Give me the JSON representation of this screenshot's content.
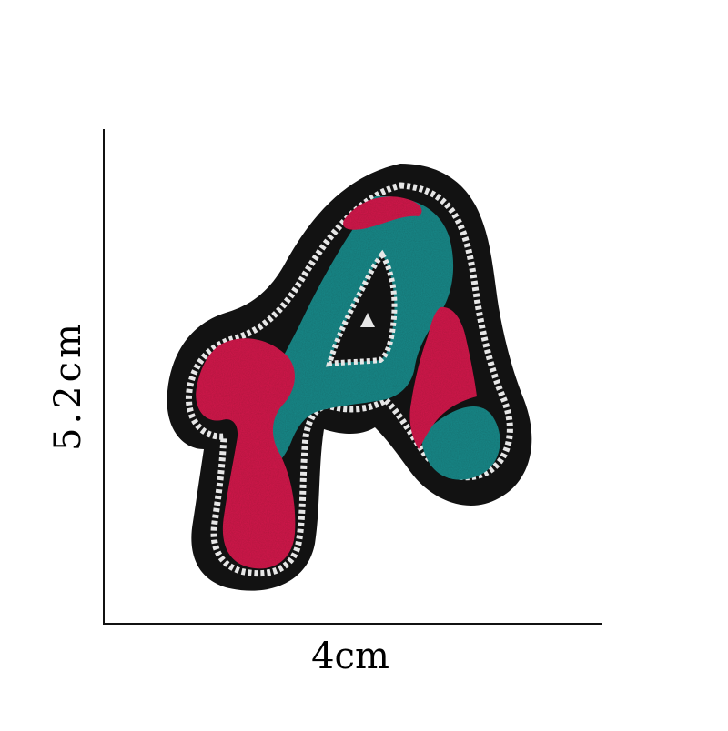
{
  "dimensions": {
    "width_label": "4cm",
    "height_label": "5.2cm"
  },
  "patch": {
    "letter": "A",
    "colors": {
      "background": "#ffffff",
      "axis": "#111111",
      "border": "#121212",
      "stitch": "#e6e6e6",
      "teal": "#1f8a8a",
      "red": "#d41e4e"
    }
  }
}
